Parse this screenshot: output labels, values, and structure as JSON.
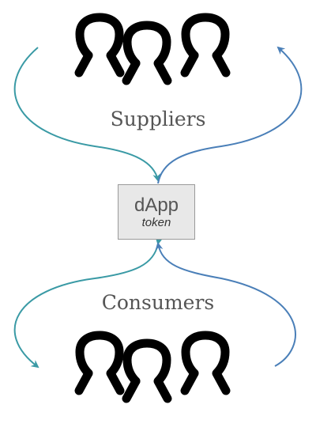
{
  "diagram": {
    "suppliers_label": "Suppliers",
    "consumers_label": "Consumers",
    "center": {
      "title": "dApp",
      "subtitle": "token"
    },
    "icons": {
      "top_group": "user-group-icon",
      "bottom_group": "user-group-icon"
    },
    "colors": {
      "teal_arrow": "#3a9aa5",
      "blue_arrow": "#4a7fb8",
      "icon_stroke": "#000000",
      "box_fill": "#e8e8e8",
      "box_border": "#9a9a9a",
      "label_text": "#555555"
    }
  }
}
